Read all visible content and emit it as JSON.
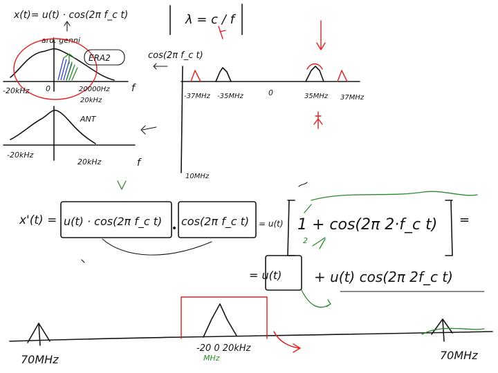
{
  "notes": {
    "eq_top": "x(t)= u(t) · cos(2π f_c t)",
    "lambda_eq": "λ = c / f",
    "amp_label": "ard. genni",
    "box_label": "ERA2",
    "tick_neg_20k": "-20kHz",
    "tick_zero": "0",
    "tick_20000": "20000Hz",
    "tick_20k": "20kHz",
    "axis_f": "f",
    "cos_label": "cos(2π f_c t)",
    "tick_m37": "-37MHz",
    "tick_m35": "-35MHz",
    "tick_0_mid": "0",
    "tick_35": "35MHz",
    "tick_37": "37MHz",
    "ant_label": "ANT",
    "tick_neg_20k_b": "-20kHz",
    "tick_20k_b": "20kHz",
    "axis_f_b": "f",
    "label_10m": "10MHz",
    "eq_lhs": "x'(t) =",
    "eq_box1": "u(t) · cos(2π f_c t)",
    "eq_box2": "cos(2π f_c t)",
    "eq_rhs_a": "= u(t)",
    "eq_rhs_b": "1 + cos(2π 2·f_c t)",
    "eq_rhs_half": "2",
    "eq_equals": "=",
    "eq_line2_a": "= u(t)",
    "eq_line2_b": "+ u(t) cos(2π 2f_c t)",
    "bottom_left": "70MHz",
    "bottom_mid": "-20  0  20kHz",
    "bottom_mid_sub": "MHz",
    "bottom_right": "70MHz"
  },
  "colors": {
    "ink": "#141414",
    "red": "#e0201e",
    "green": "#2a8a2a",
    "blue": "#2233cc"
  }
}
